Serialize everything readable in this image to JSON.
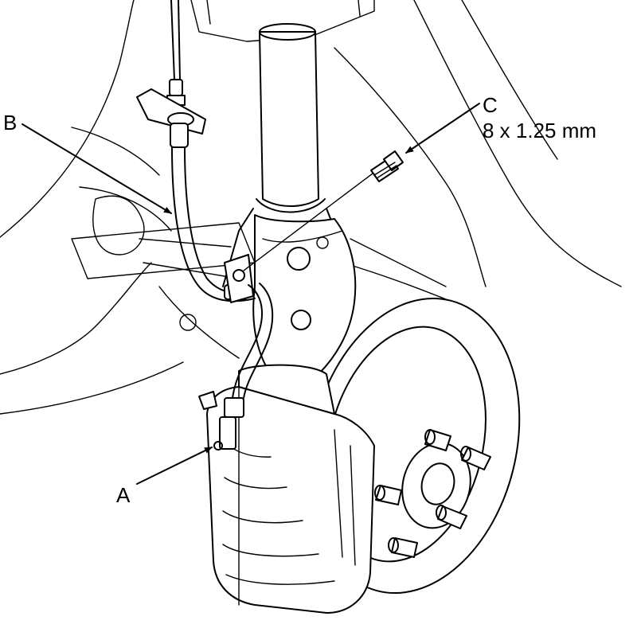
{
  "callouts": {
    "a": {
      "letter": "A"
    },
    "b": {
      "letter": "B"
    },
    "c": {
      "letter": "C",
      "spec": "8 x 1.25 mm"
    }
  }
}
